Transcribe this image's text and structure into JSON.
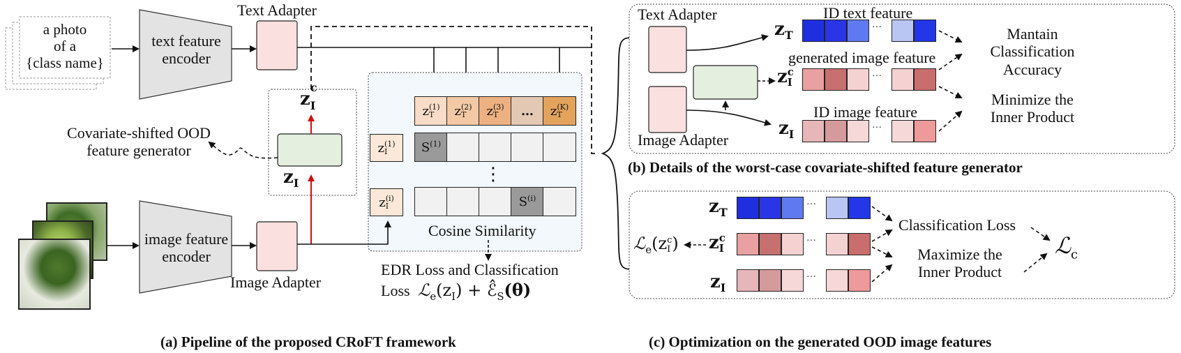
{
  "prompt_card": {
    "line1": "a photo",
    "line2": "of a",
    "line3": "{class name}"
  },
  "panel_a": {
    "text_encoder": {
      "line1": "text feature",
      "line2": "encoder"
    },
    "image_encoder": {
      "line1": "image feature",
      "line2": "encoder"
    },
    "text_adapter": "Text Adapter",
    "image_adapter": "Image Adapter",
    "generator_label": {
      "line1": "Covariate-shifted OOD",
      "line2": "feature generator"
    },
    "z_ic": "z",
    "z_ic_sub": "I",
    "z_ic_sup": "c",
    "z_i": "z",
    "z_i_sub": "I",
    "text_features": [
      {
        "base": "z",
        "sub": "T",
        "sup": "(1)",
        "color": "#f8dcc8"
      },
      {
        "base": "z",
        "sub": "T",
        "sup": "(2)",
        "color": "#f3c9a5"
      },
      {
        "base": "z",
        "sub": "T",
        "sup": "(3)",
        "color": "#edb181"
      },
      {
        "base": "…",
        "sub": "",
        "sup": "",
        "color": "#e3c8b4"
      },
      {
        "base": "z",
        "sub": "T",
        "sup": "(K)",
        "color": "#e3a35c"
      }
    ],
    "row1_label": {
      "base": "z",
      "sub": "I",
      "sup": "(1)"
    },
    "rowi_label": {
      "base": "z",
      "sub": "I",
      "sup": "(i)"
    },
    "s1": "S",
    "s1_sup": "(1)",
    "si": "S",
    "si_sup": "(i)",
    "vdots": "⋮",
    "cosine": "Cosine Similarity",
    "loss_line1": "EDR Loss and Classification",
    "loss_line2": "Loss",
    "loss_formula": "ℒ",
    "loss_formula_sub": "e",
    "loss_formula_rest": "(z",
    "loss_formula_rest_sub": "I",
    "loss_formula_tail": ") + ",
    "loss_eps": "ℰ̂",
    "loss_eps_sub": "S",
    "loss_theta": "(θ)",
    "caption": "(a) Pipeline of the proposed CRoFT framework"
  },
  "panel_b": {
    "text_adapter": "Text Adapter",
    "image_adapter": "Image Adapter",
    "id_text_feature": "ID text feature",
    "generated_image_feature": "generated image feature",
    "id_image_feature": "ID image feature",
    "z_t": "z",
    "z_t_sub": "T",
    "z_ic": "z",
    "z_ic_sub": "I",
    "z_ic_sup": "c",
    "z_i": "z",
    "z_i_sub": "I",
    "ellipsis": "···",
    "maintain": {
      "line1": "Mantain",
      "line2": "Classification",
      "line3": "Accuracy"
    },
    "minimize": {
      "line1": "Minimize the",
      "line2": "Inner Product"
    },
    "caption": "(b) Details of the worst-case covariate-shifted feature generator"
  },
  "panel_c": {
    "z_t": "z",
    "z_t_sub": "T",
    "z_ic": "z",
    "z_ic_sub": "I",
    "z_ic_sup": "c",
    "z_i": "z",
    "z_i_sub": "I",
    "le_expr": "ℒ",
    "le_sub": "e",
    "le_arg": "(z",
    "le_arg_sub": "I",
    "le_arg_sup": "c",
    "le_close": ")",
    "ellipsis": "···",
    "classification_loss": "Classification Loss",
    "maximize": {
      "line1": "Maximize the",
      "line2": "Inner Product"
    },
    "lc": "ℒ",
    "lc_sub": "c",
    "caption": "(c) Optimization on the generated OOD image features"
  },
  "colors": {
    "blue_row": [
      "#1f2fe0",
      "#2a35e6",
      "#5f7af0",
      "#b9c6f4",
      "#2336e8"
    ],
    "red_row": [
      "#e9a0a0",
      "#c77070",
      "#f5d2d2",
      "#f5d2d2",
      "#c96d6d"
    ],
    "pink_row": [
      "#e7b6b8",
      "#d59a9c",
      "#f6d8d8",
      "#f6d8d8",
      "#ef9a9a"
    ],
    "adapter_fill": "#fbe0e0",
    "generator_fill": "#e4efe0",
    "encoder_fill": "#e3e3e3",
    "arrow_red": "#cc1111"
  }
}
